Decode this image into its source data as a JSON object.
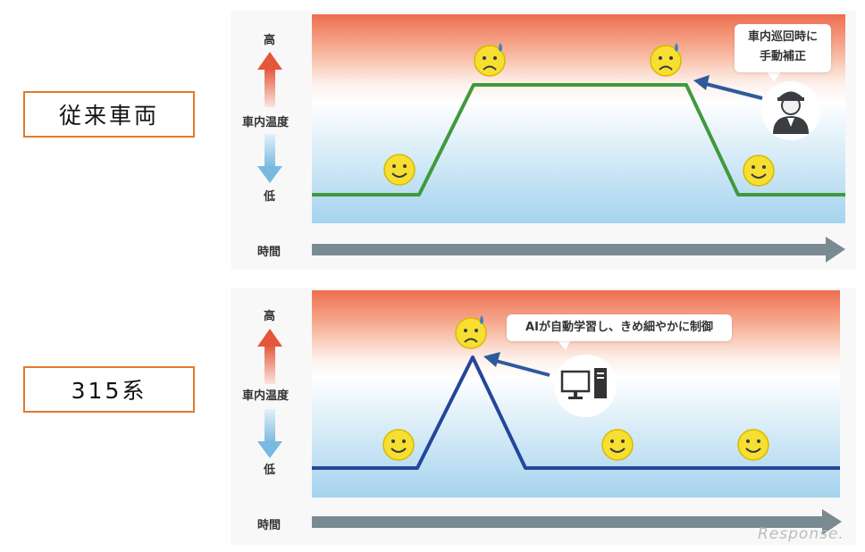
{
  "top": {
    "label": "従来車両",
    "axis": {
      "high": "高",
      "mid": "車内温度",
      "low": "低",
      "time": "時間"
    },
    "callout_lines": [
      "車内巡回時に",
      "手動補正"
    ]
  },
  "bottom": {
    "label": "315系",
    "axis": {
      "high": "高",
      "mid": "車内温度",
      "low": "低",
      "time": "時間"
    },
    "callout": "AIが自動学習し、きめ細やかに制御"
  },
  "watermark": "Response.",
  "colors": {
    "label_border": "#e07b2f",
    "top_line": "#3f9a3c",
    "bottom_line": "#24469a",
    "arrow_blue": "#2f5a9c",
    "hot": "#ee6e50",
    "cool": "#a5d3ee",
    "face": "#f6df30",
    "time_arrow": "#7a8a93"
  },
  "icons": {
    "happy": "smiley-face-icon",
    "sad": "sweating-sad-face-icon",
    "conductor": "train-conductor-icon",
    "computer": "desktop-computer-icon"
  }
}
